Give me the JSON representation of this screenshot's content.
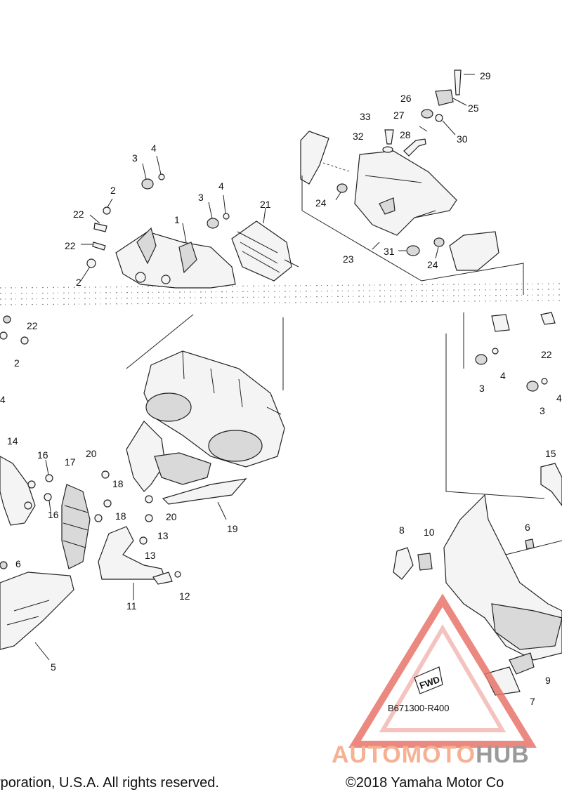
{
  "diagram_code": "B671300-R400",
  "fwd_label": "FWD",
  "watermark": {
    "part1": "AUTOMOTO",
    "part2": "HUB",
    "color1": "#f6b092",
    "color2": "#9a9a9a",
    "triangle_color": "#e8746a"
  },
  "footer": {
    "left_text": "rporation, U.S.A. All rights reserved.",
    "right_text": "©2018 Yamaha Motor Co"
  },
  "callouts": {
    "c1": "1",
    "c2a": "2",
    "c2b": "2",
    "c2c": "2",
    "c3a": "3",
    "c3b": "3",
    "c3c": "3",
    "c3d": "3",
    "c4a": "4",
    "c4b": "4",
    "c4c": "4",
    "c4d": "4",
    "c4e": "4",
    "c5": "5",
    "c6a": "6",
    "c6b": "6",
    "c7": "7",
    "c8": "8",
    "c9": "9",
    "c10": "10",
    "c11": "11",
    "c12": "12",
    "c13a": "13",
    "c13b": "13",
    "c14": "14",
    "c15": "15",
    "c16a": "16",
    "c16b": "16",
    "c17": "17",
    "c18a": "18",
    "c18b": "18",
    "c19": "19",
    "c20a": "20",
    "c20b": "20",
    "c21": "21",
    "c22a": "22",
    "c22b": "22",
    "c22c": "22",
    "c22d": "22",
    "c23": "23",
    "c24a": "24",
    "c24b": "24",
    "c25": "25",
    "c26": "26",
    "c27": "27",
    "c28": "28",
    "c29": "29",
    "c30": "30",
    "c31": "31",
    "c32": "32",
    "c33": "33"
  }
}
